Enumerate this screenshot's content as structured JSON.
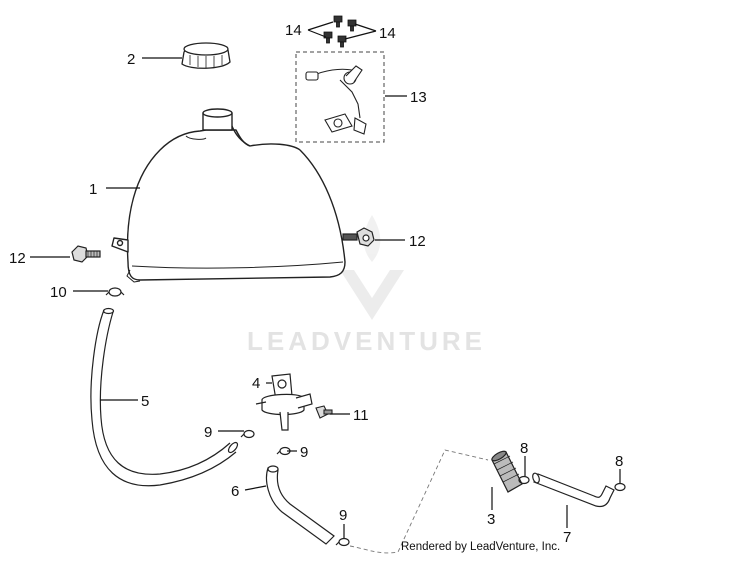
{
  "diagram": {
    "watermark": "LEADVENTURE",
    "credit": "Rendered by LeadVenture, Inc.",
    "callouts": {
      "c1": "1",
      "c2": "2",
      "c3": "3",
      "c4": "4",
      "c5": "5",
      "c6": "6",
      "c7": "7",
      "c8a": "8",
      "c8b": "8",
      "c9a": "9",
      "c9b": "9",
      "c9c": "9",
      "c10": "10",
      "c11": "11",
      "c12a": "12",
      "c12b": "12",
      "c13": "13",
      "c14a": "14",
      "c14b": "14"
    }
  }
}
